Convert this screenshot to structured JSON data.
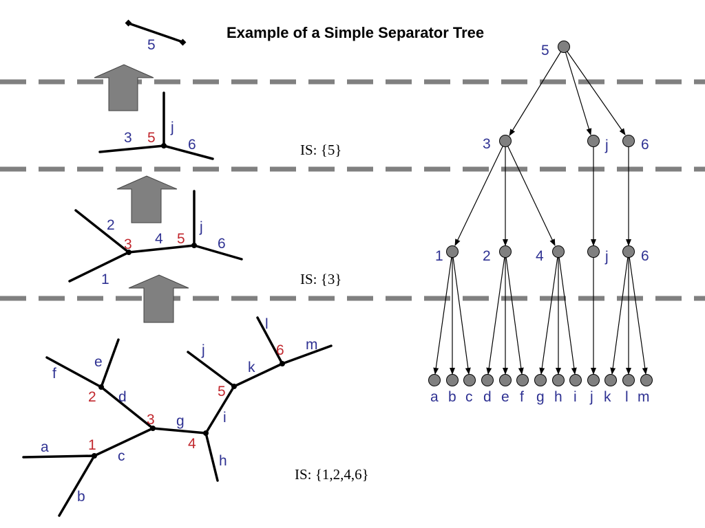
{
  "title": "Example of a Simple Separator Tree",
  "independent_sets": {
    "level1": "IS: {5}",
    "level2": "IS: {3}",
    "level3": "IS: {1,2,4,6}"
  },
  "level0_graph": {
    "label": "5"
  },
  "level1_graph": {
    "edges": [
      "3",
      "j",
      "6"
    ],
    "vertex": "5"
  },
  "level2_graph": {
    "edges": [
      "2",
      "1",
      "4",
      "j",
      "6"
    ],
    "vertices": [
      "3",
      "5"
    ]
  },
  "level3_graph": {
    "edges": [
      "a",
      "b",
      "c",
      "d",
      "e",
      "f",
      "g",
      "h",
      "i",
      "j",
      "k",
      "l",
      "m"
    ],
    "vertices": [
      "1",
      "2",
      "3",
      "4",
      "5",
      "6"
    ]
  },
  "separator_tree": {
    "root": "5",
    "level1": [
      "3",
      "j",
      "6"
    ],
    "level2": [
      "1",
      "2",
      "4",
      "j",
      "6"
    ],
    "leaves": [
      "a",
      "b",
      "c",
      "d",
      "e",
      "f",
      "g",
      "h",
      "i",
      "j",
      "k",
      "l",
      "m"
    ]
  },
  "colors": {
    "edge_label": "#2e3192",
    "vertex_label": "#c1272d",
    "node_fill": "#808080",
    "dashed_line": "#808080"
  }
}
